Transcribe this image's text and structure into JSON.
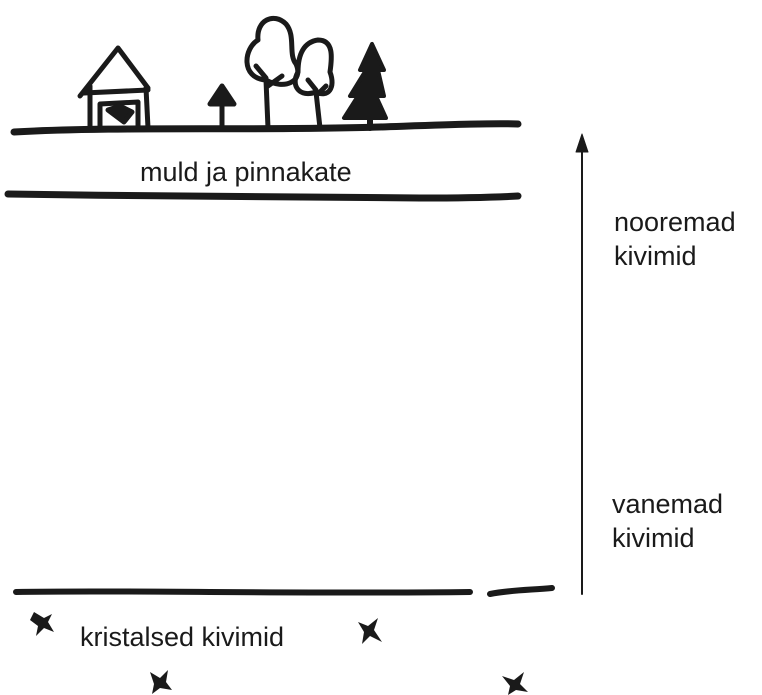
{
  "labels": {
    "soil_layer": "muld ja pinnakate",
    "younger_rocks": [
      "nooremad",
      "kivimid"
    ],
    "older_rocks": [
      "vanemad",
      "kivimid"
    ],
    "crystalline_rocks": "kristalsed kivimid"
  },
  "icons": [
    "house-icon",
    "deciduous-tree-icon",
    "spruce-tree-icon",
    "small-spruce-icon",
    "crystal-icon",
    "age-arrow-icon"
  ],
  "colors": {
    "ink": "#1a1a1a",
    "background": "#ffffff"
  }
}
